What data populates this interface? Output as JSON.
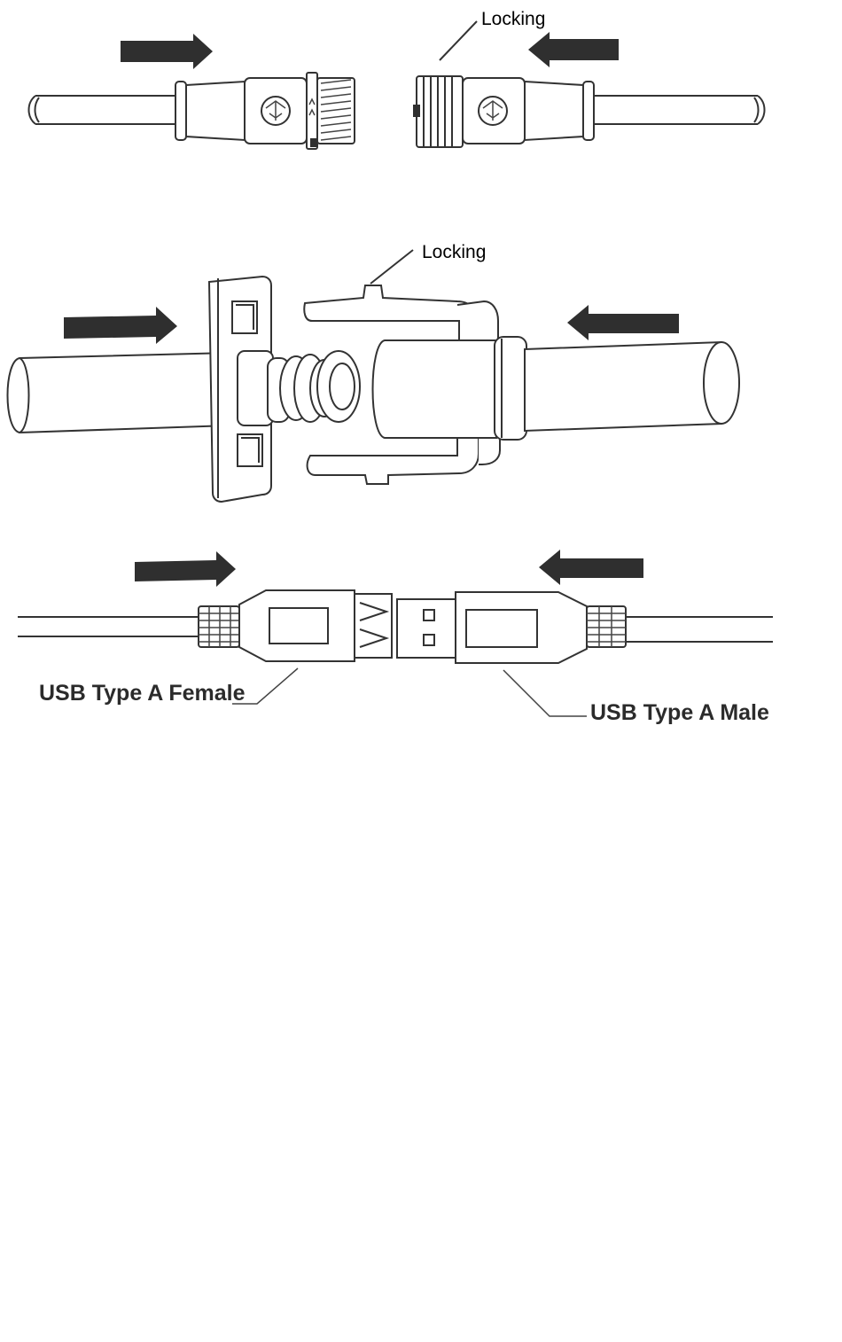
{
  "labels": {
    "locking_top": "Locking",
    "locking_middle": "Locking",
    "usb_female": "USB Type A Female",
    "usb_male": "USB Type A Male"
  },
  "colors": {
    "arrow": "#3a3a3a",
    "line": "#333333",
    "background": "#ffffff"
  },
  "icons": {
    "arrow_right": "arrow-right-icon",
    "arrow_left": "arrow-left-icon"
  }
}
